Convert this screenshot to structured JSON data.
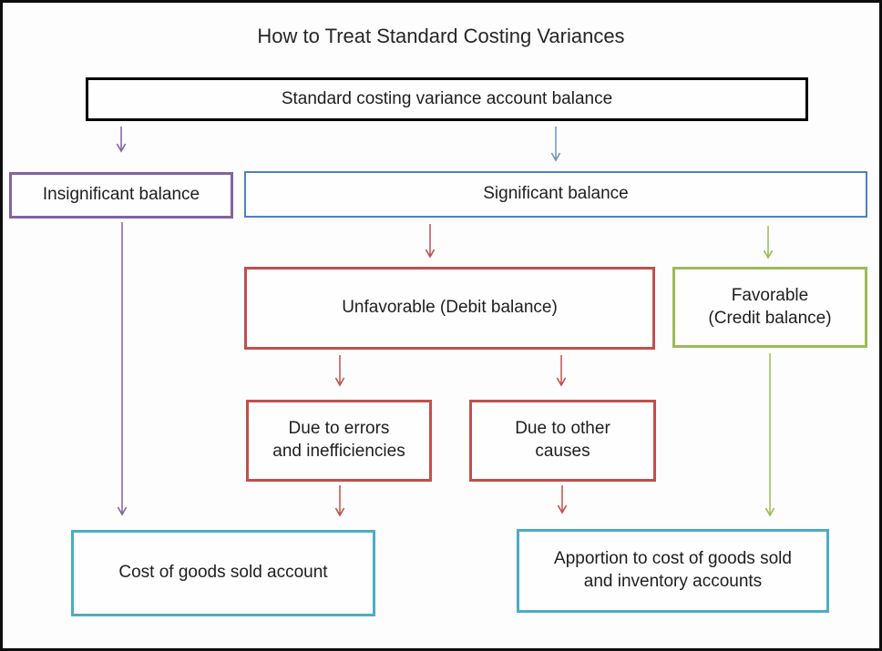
{
  "title": "How to Treat Standard Costing Variances",
  "diagram": {
    "type": "flowchart",
    "nodes": {
      "root": {
        "label": "Standard costing variance account balance",
        "border_color": "#000000"
      },
      "insignificant": {
        "label": "Insignificant balance",
        "border_color": "#8064A2"
      },
      "significant": {
        "label": "Significant balance",
        "border_color": "#4F81BD"
      },
      "unfavorable": {
        "label": "Unfavorable (Debit balance)",
        "border_color": "#C0504D"
      },
      "favorable": {
        "label": "Favorable\n(Credit balance)",
        "border_color": "#9BBB59"
      },
      "due_errors": {
        "label": "Due to errors\nand inefficiencies",
        "border_color": "#C0504D"
      },
      "due_other": {
        "label": "Due to other\ncauses",
        "border_color": "#C0504D"
      },
      "cogs": {
        "label": "Cost of goods sold account",
        "border_color": "#4BACC6"
      },
      "apportion": {
        "label": "Apportion to cost of goods sold\nand inventory accounts",
        "border_color": "#4BACC6"
      }
    },
    "edges": [
      {
        "from": "root",
        "to": "insignificant",
        "color": "#8064A2"
      },
      {
        "from": "root",
        "to": "significant",
        "color": "#4F81BD"
      },
      {
        "from": "significant",
        "to": "unfavorable",
        "color": "#C0504D"
      },
      {
        "from": "significant",
        "to": "favorable",
        "color": "#9BBB59"
      },
      {
        "from": "unfavorable",
        "to": "due_errors",
        "color": "#C0504D"
      },
      {
        "from": "unfavorable",
        "to": "due_other",
        "color": "#C0504D"
      },
      {
        "from": "insignificant",
        "to": "cogs",
        "color": "#8064A2"
      },
      {
        "from": "due_errors",
        "to": "cogs",
        "color": "#C0504D"
      },
      {
        "from": "due_other",
        "to": "apportion",
        "color": "#C0504D"
      },
      {
        "from": "favorable",
        "to": "apportion",
        "color": "#9BBB59"
      }
    ],
    "colors": {
      "purple": "#8064A2",
      "blue": "#4F81BD",
      "red": "#C0504D",
      "green": "#9BBB59",
      "cyan": "#4BACC6",
      "black": "#000000"
    }
  }
}
